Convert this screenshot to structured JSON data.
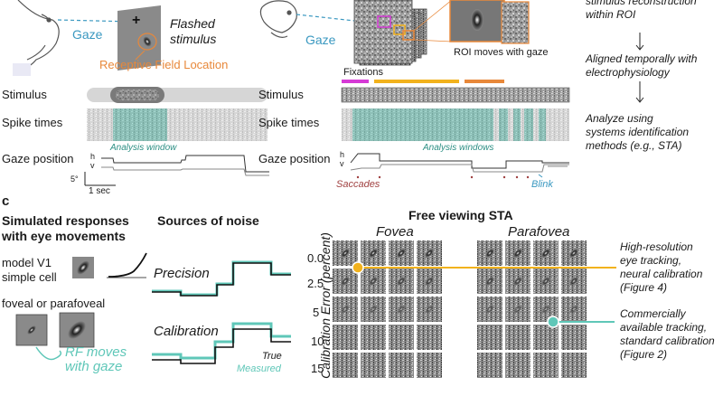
{
  "top_left": {
    "gaze_label": "Gaze",
    "stimulus_caption": [
      "Flashed",
      "stimulus"
    ],
    "rf_label": "Receptive Field Location",
    "rows": [
      "Stimulus",
      "Spike times",
      "Gaze position"
    ],
    "analysis_window": "Analysis window",
    "axis_h": "h",
    "axis_v": "v",
    "scale_y": "5°",
    "scale_x": "1 sec"
  },
  "top_mid": {
    "gaze_label": "Gaze",
    "roi_label": "ROI moves with gaze",
    "fixations": "Fixations",
    "rows": [
      "Stimulus",
      "Spike times",
      "Gaze position"
    ],
    "analysis_windows": "Analysis windows",
    "axis_h": "h",
    "axis_v": "v",
    "saccades": "Saccades",
    "blink": "Blink"
  },
  "pipeline": [
    [
      "stimulus reconstruction",
      "within ROI"
    ],
    [
      "Aligned temporally with",
      "electrophysiology"
    ],
    [
      "Analyze using",
      "systems identification",
      "methods (e.g., STA)"
    ]
  ],
  "panel_c": {
    "letter": "c",
    "sim_title": [
      "Simulated responses",
      "with eye movements"
    ],
    "model_label": [
      "model V1",
      "simple cell"
    ],
    "foveal_label": "foveal or parafoveal",
    "rf_moves": [
      "RF moves",
      "with gaze"
    ],
    "noise_title": "Sources of noise",
    "precision": "Precision",
    "calibration": "Calibration",
    "legend_true": "True",
    "legend_measured": "Measured",
    "sta_title": "Free viewing STA",
    "fovea": "Fovea",
    "parafovea": "Parafovea",
    "y_axis": "Calibration Error (percent)",
    "y_ticks": [
      "0.0",
      "2.5",
      "5",
      "10",
      "15"
    ],
    "anno1": [
      "High-resolution",
      "eye tracking,",
      "neural calibration",
      "(Figure 4)"
    ],
    "anno2": [
      "Commercially",
      "available tracking,",
      "standard calibration",
      "(Figure 2)"
    ]
  },
  "colors": {
    "teal": "#5fc7b8",
    "orange": "#e8883a",
    "gold": "#f2b21d",
    "magenta": "#d63ad6",
    "blue_gaze": "#3a98c0",
    "saccade_red": "#a04040"
  }
}
